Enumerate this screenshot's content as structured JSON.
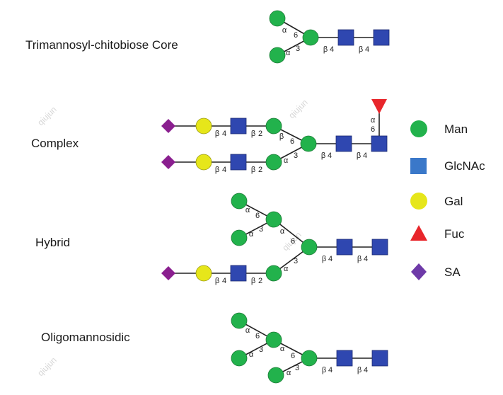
{
  "structures": {
    "core": {
      "label": "Trimannosyl-chitobiose Core"
    },
    "complex": {
      "label": "Complex"
    },
    "hybrid": {
      "label": "Hybrid"
    },
    "oligo": {
      "label": "Oligomannosidic"
    }
  },
  "legend": [
    {
      "name": "Man",
      "shape": "circle",
      "color": "#22b24c"
    },
    {
      "name": "GlcNAc",
      "shape": "square",
      "color": "#3a78c9"
    },
    {
      "name": "Gal",
      "shape": "circle",
      "color": "#e6e61a"
    },
    {
      "name": "Fuc",
      "shape": "triangle",
      "color": "#e8262b"
    },
    {
      "name": "SA",
      "shape": "diamond",
      "color": "#7b2a8e"
    }
  ],
  "colors": {
    "man": "#22b24c",
    "glcnac": "#2f47b0",
    "gal": "#e6e61a",
    "fuc": "#e8262b",
    "sa": "#8a1f8f",
    "line": "#222222"
  },
  "watermark": "qiujun",
  "links": {
    "a": "α",
    "b": "β",
    "n2": "2",
    "n3": "3",
    "n4": "4",
    "n6": "6"
  }
}
